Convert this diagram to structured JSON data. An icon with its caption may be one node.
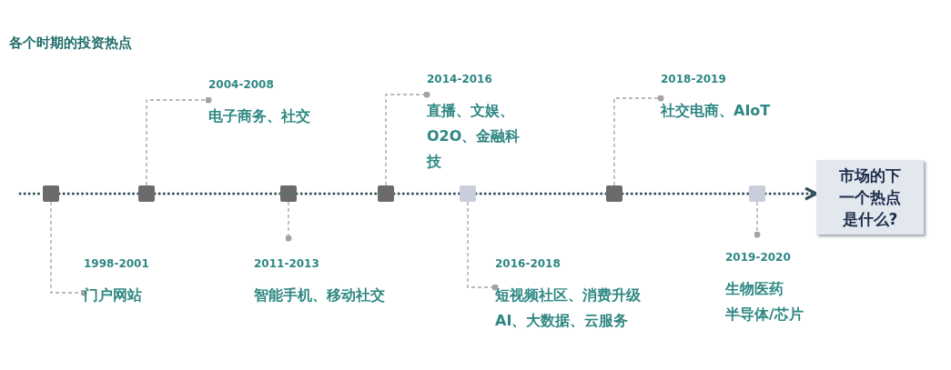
{
  "diagram": {
    "title": "各个时期的投资热点",
    "nodes": [
      {
        "text": [],
        "shape": "box"
      },
      {
        "text": [],
        "shape": "box"
      },
      {
        "text": [],
        "shape": "box"
      },
      {
        "text": [],
        "shape": "box"
      },
      {
        "text": [],
        "shape": "box"
      },
      {
        "text": [],
        "shape": "box"
      },
      {
        "text": [],
        "shape": "box"
      },
      {
        "text": [
          "1998-2001",
          "门户网站"
        ]
      },
      {
        "text": [
          "2004-2008",
          "电子商务、社交"
        ]
      },
      {
        "text": [
          "2011-2013",
          "智能手机、移动社交"
        ]
      },
      {
        "text": [
          "2014-2016",
          "直播、文娱、O2O、金融科技"
        ]
      },
      {
        "text": [
          "2016-2018",
          "短视频社区、消费升级",
          "AI、大数据、云服务"
        ]
      },
      {
        "text": [
          "2018-2019",
          "社交电商、AIoT"
        ]
      },
      {
        "text": [
          "2019-2020",
          "生物医药",
          "半导体/芯片"
        ]
      },
      {
        "text": [
          "市场的下一个热点是什么?"
        ]
      }
    ],
    "edges": [
      {
        "from": 0,
        "to": 1,
        "arrow": "none",
        "style": "dashed",
        "color": "#34525e"
      },
      {
        "from": 1,
        "to": 2,
        "arrow": "none",
        "style": "dashed",
        "color": "#34525e"
      },
      {
        "from": 2,
        "to": 3,
        "arrow": "none",
        "style": "dashed",
        "color": "#34525e"
      },
      {
        "from": 3,
        "to": 4,
        "arrow": "none",
        "style": "dashed",
        "color": "#34525e"
      },
      {
        "from": 4,
        "to": 5,
        "arrow": "none",
        "style": "dashed",
        "color": "#34525e"
      },
      {
        "from": 5,
        "to": 6,
        "arrow": "none",
        "style": "dashed",
        "color": "#34525e"
      },
      {
        "from": 6,
        "to": 14,
        "arrow": "to",
        "style": "dashed",
        "color": "#34525e"
      },
      {
        "from": 0,
        "to": 7,
        "arrow": "other",
        "style": "dashed",
        "color": "#a3a3a3"
      },
      {
        "from": 1,
        "to": 8,
        "arrow": "other",
        "style": "dashed",
        "color": "#a3a3a3"
      },
      {
        "from": 2,
        "to": 9,
        "arrow": "other",
        "style": "dashed",
        "color": "#a3a3a3"
      },
      {
        "from": 3,
        "to": 10,
        "arrow": "other",
        "style": "dashed",
        "color": "#a3a3a3"
      },
      {
        "from": 4,
        "to": 11,
        "arrow": "other",
        "style": "dashed",
        "color": "#a3a3a3"
      },
      {
        "from": 5,
        "to": 12,
        "arrow": "other",
        "style": "dashed",
        "color": "#a3a3a3"
      },
      {
        "from": 6,
        "to": 13,
        "arrow": "other",
        "style": "dashed",
        "color": "#a3a3a3"
      }
    ]
  }
}
